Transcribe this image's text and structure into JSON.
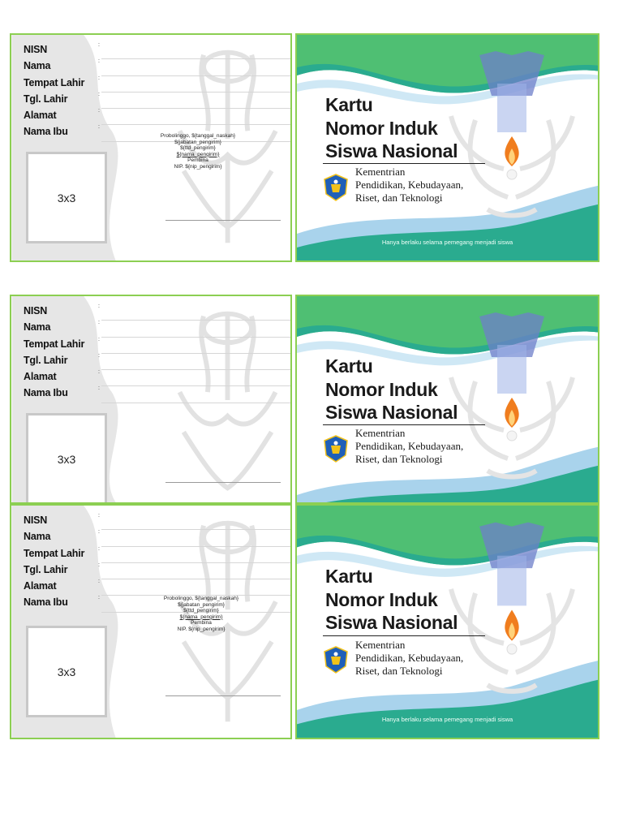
{
  "fields": [
    "NISN",
    "Nama",
    "Tempat Lahir",
    "Tgl. Lahir",
    "Alamat",
    "Nama Ibu"
  ],
  "photo_label": "3x3",
  "signature": {
    "line1": "Probolinggo, ${tanggal_naskah}",
    "line2": "${jabatan_pengirim}",
    "line3": "${ttd_pengirim}",
    "line4": "${nama_pengirim}",
    "line5": "Pembina",
    "line6": "NIP. ${nip_pengirim}"
  },
  "front": {
    "title_1": "Kartu",
    "title_2": "Nomor Induk",
    "title_3": "Siswa Nasional",
    "ministry_1": "Kementrian",
    "ministry_2": "Pendidikan, Kebudayaan,",
    "ministry_3": "Riset, dan Teknologi",
    "footer": "Hanya berlaku selama pemegang menjadi siswa"
  },
  "colors": {
    "border": "#8ccf52",
    "wave_green": "#4fbf73",
    "wave_teal": "#2aab8f",
    "wave_light_blue": "#a9d3ec",
    "flame": "#f07d1e"
  }
}
